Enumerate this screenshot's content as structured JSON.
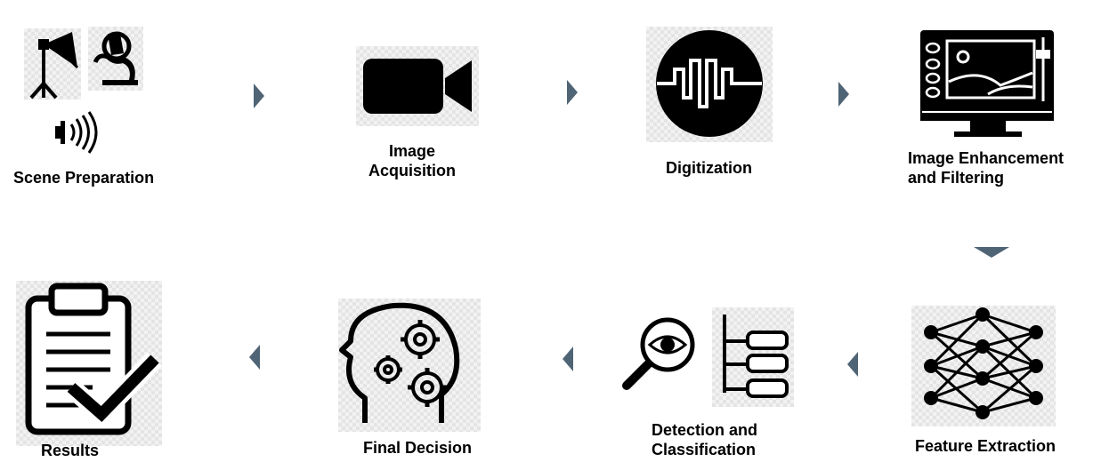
{
  "steps": [
    {
      "id": "scene-preparation",
      "label": "Scene Preparation"
    },
    {
      "id": "image-acquisition",
      "label_line1": "Image",
      "label_line2": "Acquisition"
    },
    {
      "id": "digitization",
      "label": "Digitization"
    },
    {
      "id": "image-enhancement",
      "label_line1": "Image Enhancement",
      "label_line2": "and Filtering"
    },
    {
      "id": "feature-extraction",
      "label": "Feature Extraction"
    },
    {
      "id": "detection-classification",
      "label_line1": "Detection and",
      "label_line2": "Classification"
    },
    {
      "id": "final-decision",
      "label": "Final Decision"
    },
    {
      "id": "results",
      "label": "Results"
    }
  ],
  "colors": {
    "arrow": "#4f6475",
    "icon": "#000000"
  },
  "icons": [
    "studio-light-icon",
    "microscope-icon",
    "sound-waves-icon",
    "video-camera-icon",
    "signal-wave-icon",
    "monitor-sliders-icon",
    "neural-network-icon",
    "magnifier-eye-icon",
    "tree-list-icon",
    "head-gears-icon",
    "clipboard-check-icon"
  ]
}
